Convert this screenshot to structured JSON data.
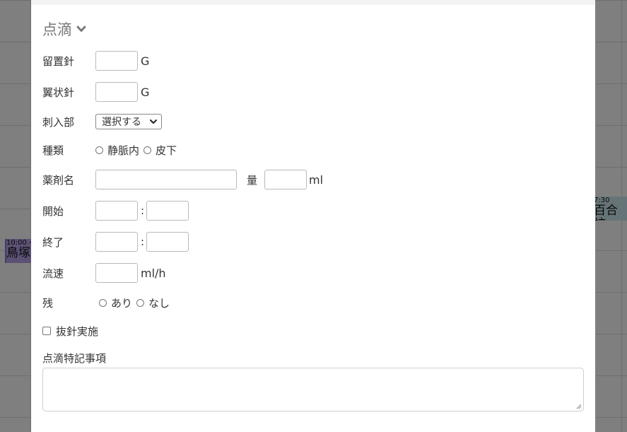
{
  "background": {
    "events": [
      {
        "time": "10:00 -",
        "name": "鳥塚"
      },
      {
        "time": "7:30",
        "name": "百合校"
      }
    ]
  },
  "section": {
    "title": "点滴",
    "icon": "chevron-down-icon"
  },
  "fields": {
    "indwelling_needle": {
      "label": "留置針",
      "value": "",
      "unit": "G"
    },
    "winged_needle": {
      "label": "翼状針",
      "value": "",
      "unit": "G"
    },
    "insertion_site": {
      "label": "刺入部",
      "selected": "選択する"
    },
    "type": {
      "label": "種類",
      "options": [
        "静脈内",
        "皮下"
      ]
    },
    "drug": {
      "label": "薬剤名",
      "value": "",
      "amount_label": "量",
      "amount_value": "",
      "amount_unit": "ml"
    },
    "start": {
      "label": "開始",
      "hour": "",
      "minute": "",
      "separator": ":"
    },
    "end": {
      "label": "終了",
      "hour": "",
      "minute": "",
      "separator": ":"
    },
    "flow_rate": {
      "label": "流速",
      "value": "",
      "unit": "ml/h"
    },
    "remaining": {
      "label": "残",
      "options": [
        "あり",
        "なし"
      ]
    },
    "needle_removal": {
      "label": "抜針実施",
      "checked": false
    },
    "notes": {
      "label": "点滴特記事項",
      "value": ""
    }
  },
  "colors": {
    "overlay": "#000000",
    "event_purple": "#b9a3e8",
    "event_teal": "#cfe9ee",
    "title_gray": "#777777"
  }
}
